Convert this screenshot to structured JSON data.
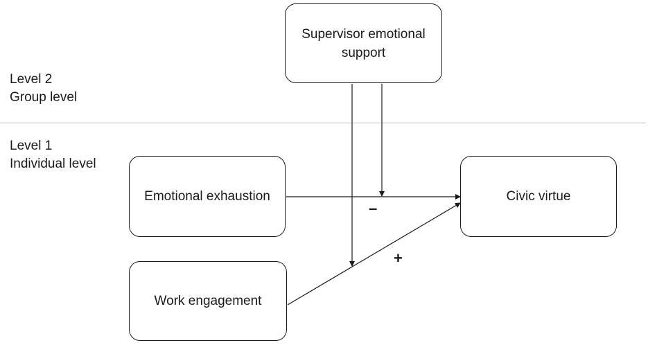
{
  "levels": {
    "level2": {
      "line1": "Level 2",
      "line2": "Group level"
    },
    "level1": {
      "line1": "Level 1",
      "line2": "Individual level"
    }
  },
  "nodes": {
    "supervisor": "Supervisor emotional support",
    "exhaustion": "Emotional exhaustion",
    "engagement": "Work engagement",
    "civic": "Civic virtue"
  },
  "edges": [
    {
      "from": "Emotional exhaustion",
      "to": "Civic virtue",
      "sign": "–"
    },
    {
      "from": "Work engagement",
      "to": "Civic virtue",
      "sign": "+"
    },
    {
      "from": "Supervisor emotional support",
      "to": "Emotional exhaustion → Civic virtue",
      "type": "moderation"
    },
    {
      "from": "Supervisor emotional support",
      "to": "Work engagement → Civic virtue",
      "type": "moderation"
    }
  ],
  "colors": {
    "line": "#1a1a1a",
    "divider": "#bdbdbd"
  }
}
